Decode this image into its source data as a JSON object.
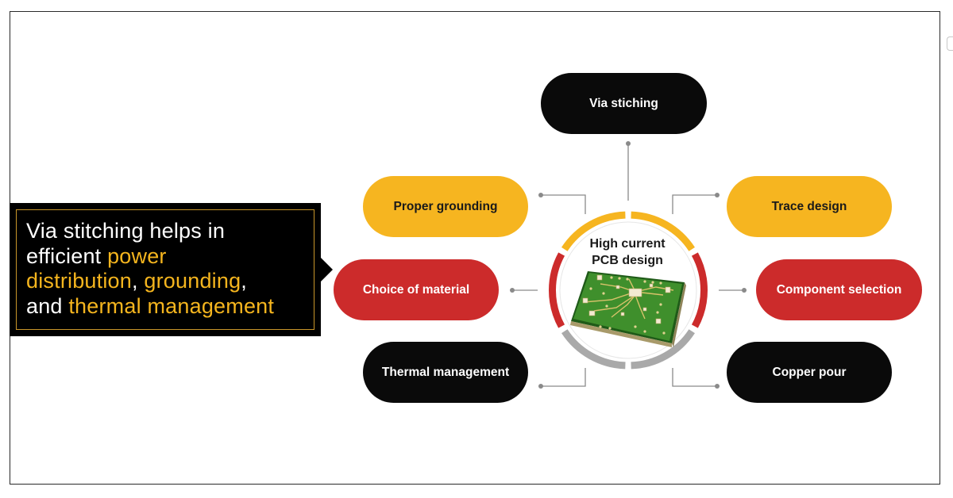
{
  "callout": {
    "line1": "Via stitching helps in",
    "line2_a": "efficient ",
    "line2_b": "power",
    "line3_a": "distribution",
    "line3_b": ", ",
    "line3_c": "grounding",
    "line3_d": ",",
    "line4_a": "and ",
    "line4_b": "thermal management"
  },
  "hub": {
    "title_line1": "High current",
    "title_line2": "PCB design",
    "image": "pcb-board-image"
  },
  "nodes": {
    "via_stiching": "Via stiching",
    "proper_grounding": "Proper grounding",
    "trace_design": "Trace design",
    "choice_of_material": "Choice of material",
    "component_selection": "Component selection",
    "thermal_management": "Thermal management",
    "copper_pour": "Copper pour"
  },
  "colors": {
    "yellow": "#f6b520",
    "red": "#cc2b2b",
    "black": "#0a0a0a",
    "highlight": "#f5b51e",
    "ring_gray": "#a9a9a9",
    "pcb_green": "#3f8f2c"
  }
}
